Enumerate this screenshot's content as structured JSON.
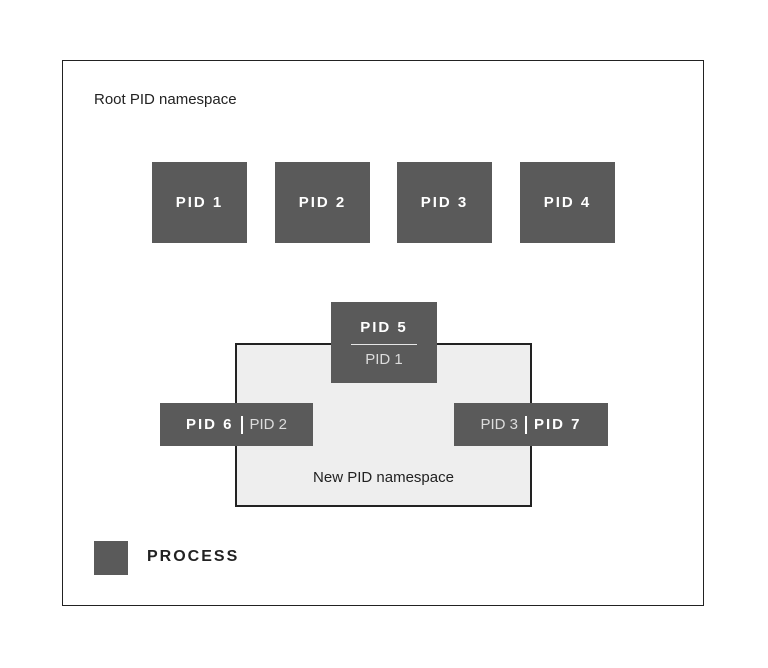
{
  "root_namespace": {
    "label": "Root PID namespace",
    "processes": [
      "PID 1",
      "PID 2",
      "PID 3",
      "PID 4"
    ]
  },
  "new_namespace": {
    "label": "New PID namespace",
    "pid5": {
      "outer": "PID 5",
      "inner": "PID 1"
    },
    "pid6": {
      "outer": "PID 6",
      "inner": "PID 2"
    },
    "pid7": {
      "outer": "PID 7",
      "inner": "PID 3"
    }
  },
  "legend": {
    "label": "PROCESS"
  },
  "colors": {
    "process_fill": "#5a5a5a",
    "new_namespace_fill": "#eeeeee",
    "border": "#222222"
  }
}
